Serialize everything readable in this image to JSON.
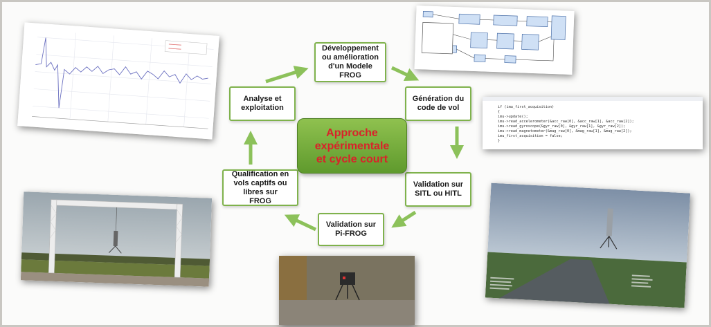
{
  "center_label": "Approche\nexpérimentale\net cycle court",
  "steps": [
    "Développement\nou amélioration\nd'un Modele\nFROG",
    "Génération du\ncode de vol",
    "Validation sur\nSITL ou HITL",
    "Validation sur\nPi-FROG",
    "Qualification en\nvols captifs ou\nlibres sur\nFROG",
    "Analyse et\nexploitation"
  ],
  "code_snippet": [
    "if (imu_first_acquisition)",
    "  {",
    "    imu->update();",
    "    imu->read_accelerometer(&acc_raw[0], &acc_raw[1], &acc_raw[2]);",
    "    imu->read_gyroscope(&gyr_raw[0], &gyr_raw[1], &gyr_raw[2]);",
    "    imu->read_magnetometer(&mag_raw[0], &mag_raw[1], &mag_raw[2]);",
    "    imu_first_acquisition = false;",
    "  }"
  ],
  "colors": {
    "accent_green": "#7fb24c",
    "center_text": "#d9222a",
    "arrow": "#8cc15a"
  }
}
